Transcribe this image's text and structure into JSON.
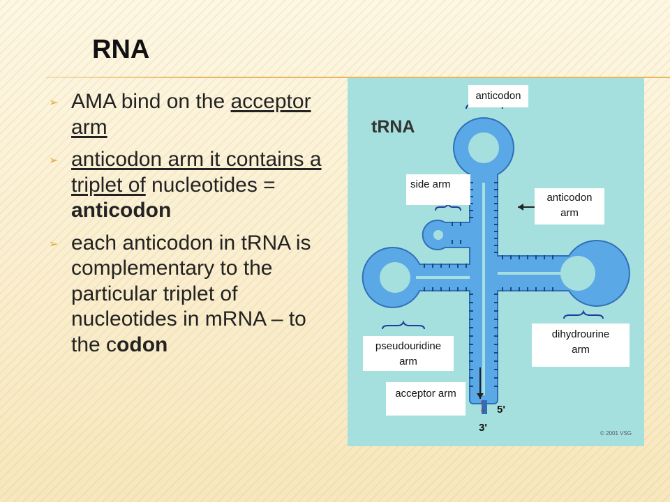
{
  "title": "RNA",
  "bullets": [
    {
      "parts": [
        {
          "text": "AMA bind on the "
        },
        {
          "text": "acceptor arm",
          "underline": true
        }
      ]
    },
    {
      "parts": [
        {
          "text": "anticodon arm it contains a triplet of",
          "underline": true
        },
        {
          "text": " nucleotides = "
        },
        {
          "text": "anticodon",
          "bold": true
        }
      ]
    },
    {
      "parts": [
        {
          "text": "each anticodon in tRNA is complementary to the particular triplet of nucleotides in mRNA – to the c"
        },
        {
          "text": "odon",
          "bold": true
        }
      ]
    }
  ],
  "diagram": {
    "heading": "tRNA",
    "copyright": "© 2001 VSG",
    "end_5": "5'",
    "end_3": "3'",
    "labels": {
      "anticodon": "anticodon",
      "side_arm": "side arm",
      "anticodon_arm_1": "anticodon",
      "anticodon_arm_2": "arm",
      "dihydrourine_1": "dihydrourine",
      "dihydrourine_2": "arm",
      "pseudouridine_1": "pseudouridine",
      "pseudouridine_2": "arm",
      "acceptor_arm": "acceptor arm"
    },
    "colors": {
      "background": "#a6e0de",
      "rna": "#5aa8e6",
      "rna_edge": "#2f6fb8",
      "tick": "#16487f"
    }
  }
}
